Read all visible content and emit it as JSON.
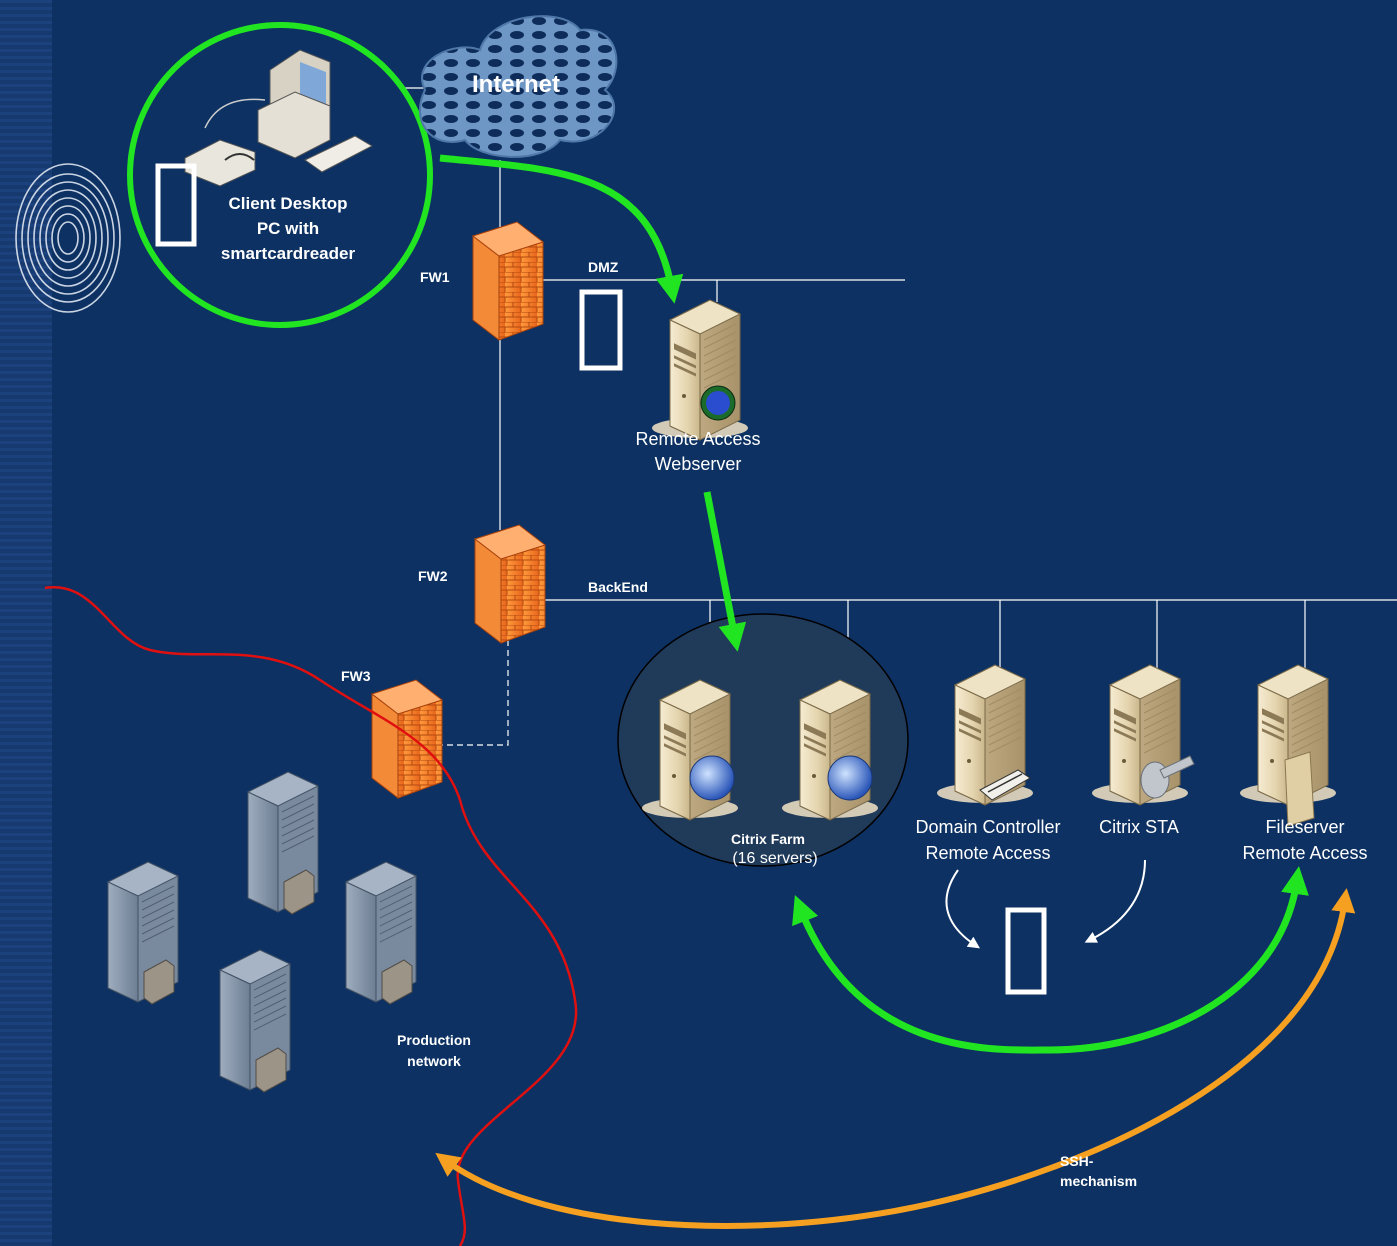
{
  "nodes": {
    "internet": "Internet",
    "client": [
      "Client Desktop",
      "PC with",
      "smartcardreader"
    ],
    "fw1": "FW1",
    "fw2": "FW2",
    "fw3": "FW3",
    "dmz": "DMZ",
    "backend": "BackEnd",
    "webserver": [
      "Remote Access",
      "Webserver"
    ],
    "citrix_farm_title": "Citrix Farm",
    "citrix_farm_count": "(16 servers)",
    "domain_controller": [
      "Domain Controller",
      "Remote Access"
    ],
    "citrix_sta": "Citrix STA",
    "fileserver": [
      "Fileserver",
      "Remote Access"
    ],
    "production": [
      "Production",
      "network"
    ],
    "ssh": [
      "SSH-",
      "mechanism"
    ]
  },
  "colors": {
    "background": "#0c3162",
    "green_flow": "#22e522",
    "orange_flow": "#f5a020",
    "red_boundary": "#e01010",
    "firewall": "#f07a2a"
  }
}
